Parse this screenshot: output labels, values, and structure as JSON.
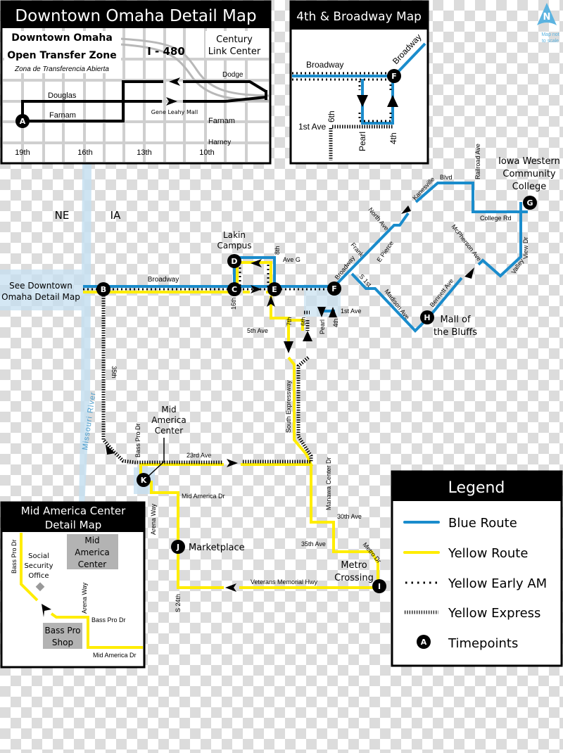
{
  "north_arrow": {
    "label": "N",
    "note_line1": "Map not",
    "note_line2": "to scale",
    "color": "#5bb3e0"
  },
  "colors": {
    "blue_route": "#1a8ccc",
    "yellow_route": "#ffed00",
    "timepoint": "#000000",
    "river": "#c6dff0",
    "building": "#b3b3b3"
  },
  "downtown_map": {
    "title": "Downtown Omaha Detail Map",
    "zone_line1": "Downtown Omaha",
    "zone_line2": "Open Transfer Zone",
    "zone_spanish": "Zona de Transferencia Abierta",
    "highway": "I - 480",
    "landmark_line1": "Century",
    "landmark_line2": "Link Center",
    "streets": {
      "dodge": "Dodge",
      "douglas": "Douglas",
      "farnam_w": "Farnam",
      "farnam_e": "Farnam",
      "harney": "Harney",
      "gene_leahy": "Gene Leahy Mall"
    },
    "avenues": [
      "19th",
      "16th",
      "13th",
      "10th"
    ],
    "timepoint": "A"
  },
  "broadway_map": {
    "title": "4th & Broadway Map",
    "streets": {
      "broadway_w": "Broadway",
      "broadway_ne": "Broadway",
      "first_ave": "1st Ave",
      "sixth": "6th",
      "pearl": "Pearl",
      "fourth": "4th"
    },
    "timepoint": "F"
  },
  "main_map": {
    "states": {
      "ne": "NE",
      "ia": "IA"
    },
    "river": "Missouri River",
    "see_downtown_line1": "See Downtown",
    "see_downtown_line2": "Omaha Detail Map",
    "streets": {
      "broadway": "Broadway",
      "sixteenth": "16th",
      "eighth": "8th",
      "ave_g": "Ave G",
      "fifth_ave": "5th Ave",
      "seventh": "7th",
      "sixth": "6th",
      "pearl": "Pearl",
      "fourth": "4th",
      "first_ave": "1st Ave",
      "broadway_ne": "Broadway",
      "frank": "Frank",
      "e_pierce": "E Pierce",
      "north_ave": "North Ave",
      "kanesville": "Kanesville",
      "blvd": "Blvd",
      "railroad_ave": "Railroad Ave",
      "college_rd": "College Rd",
      "valley": "Valley",
      "view_dr": "View Dr",
      "mcpherson": "McPherson Ave",
      "bennett": "Bennett Ave",
      "madison": "Madison Ave",
      "s_first": "S 1st",
      "thirty_fifth": "35th",
      "south_expressway": "South Expressway",
      "manawa": "Manawa Center Dr",
      "thirty_ave": "30th Ave",
      "thirty_fifth_ave": "35th Ave",
      "metro_dr": "Metro Dr",
      "veterans": "Veterans Memorial Hwy",
      "s_24th": "S 24th",
      "mid_america_dr": "Mid America Dr",
      "arena_way": "Arena Way",
      "bass_pro_dr": "Bass Pro Dr",
      "twenty_third": "23rd Ave"
    },
    "places": {
      "lakin_line1": "Lakin",
      "lakin_line2": "Campus",
      "iwcc_line1": "Iowa Western",
      "iwcc_line2": "Community",
      "iwcc_line3": "College",
      "mall_line1": "Mall of",
      "mall_line2": "the Bluffs",
      "mac_line1": "Mid",
      "mac_line2": "America",
      "mac_line3": "Center",
      "marketplace": "Marketplace",
      "metro_line1": "Metro",
      "metro_line2": "Crossing"
    },
    "timepoints": [
      "B",
      "C",
      "D",
      "E",
      "F",
      "G",
      "H",
      "I",
      "J",
      "K"
    ]
  },
  "mid_america_map": {
    "title_line1": "Mid America Center",
    "title_line2": "Detail Map",
    "buildings": {
      "mac_line1": "Mid",
      "mac_line2": "America",
      "mac_line3": "Center",
      "bass_line1": "Bass Pro",
      "bass_line2": "Shop"
    },
    "ssa_line1": "Social",
    "ssa_line2": "Security",
    "ssa_line3": "Office",
    "streets": {
      "bass_pro_dr_v": "Bass Pro Dr",
      "arena_way": "Arena Way",
      "bass_pro_dr_h": "Bass Pro Dr",
      "mid_america_dr": "Mid America Dr"
    }
  },
  "legend": {
    "title": "Legend",
    "items": [
      {
        "label": "Blue Route",
        "symbol": "blue-line"
      },
      {
        "label": "Yellow Route",
        "symbol": "yellow-line"
      },
      {
        "label": "Yellow Early AM",
        "symbol": "dotted-line"
      },
      {
        "label": "Yellow Express",
        "symbol": "hatched-line"
      },
      {
        "label": "Timepoints",
        "symbol": "timepoint-circle",
        "sample": "A"
      }
    ]
  }
}
